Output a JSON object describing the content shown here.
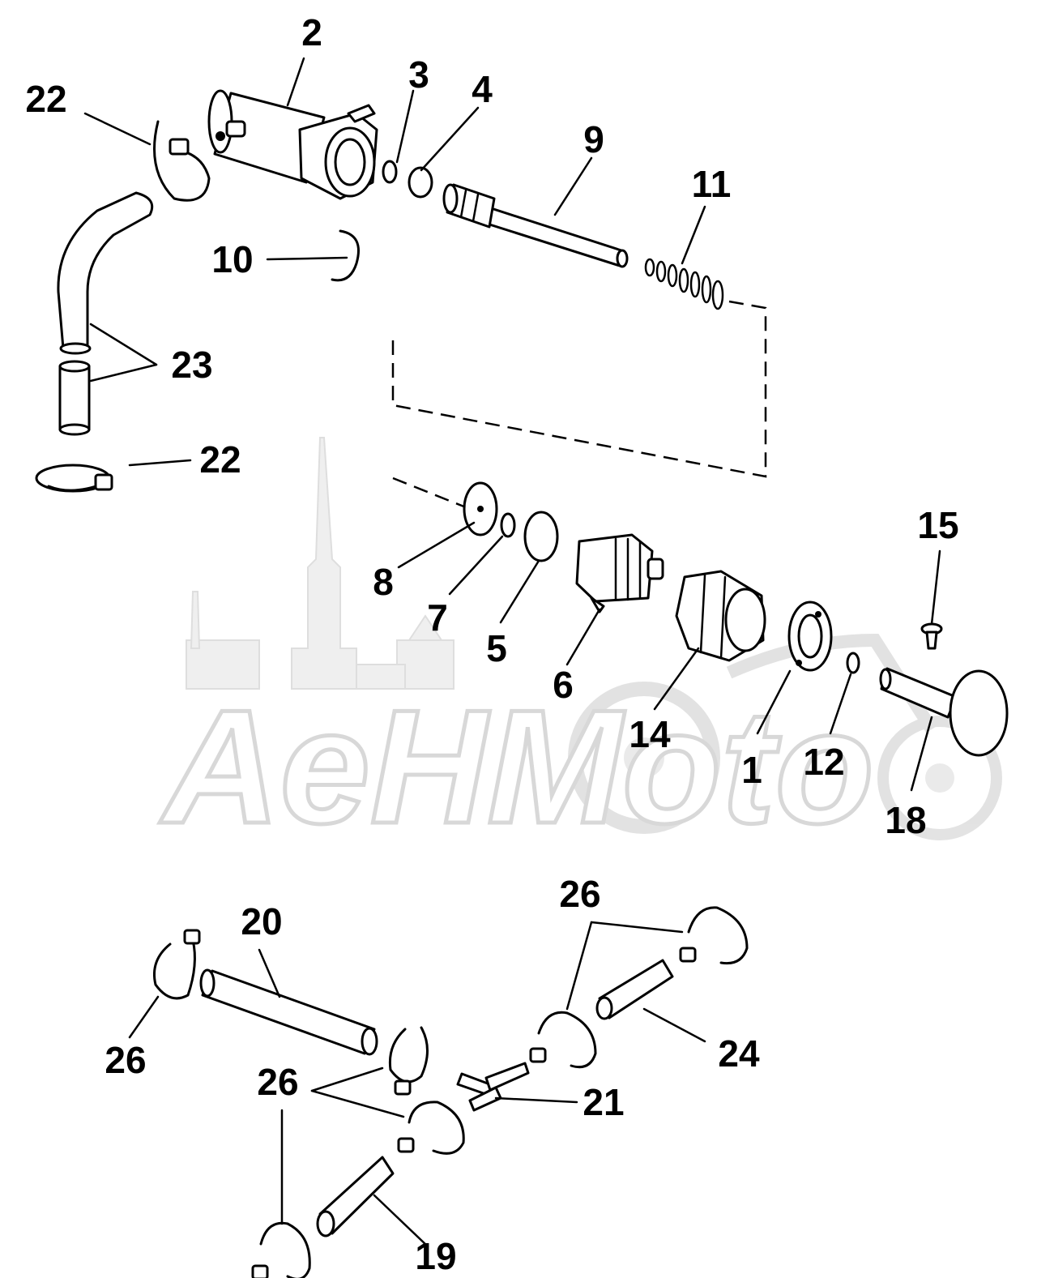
{
  "labels": {
    "l1": "1",
    "l2": "2",
    "l3": "3",
    "l4": "4",
    "l5": "5",
    "l6": "6",
    "l7": "7",
    "l8": "8",
    "l9": "9",
    "l10": "10",
    "l11": "11",
    "l12": "12",
    "l14": "14",
    "l15": "15",
    "l18": "18",
    "l19": "19",
    "l20": "20",
    "l21": "21",
    "l22a": "22",
    "l22b": "22",
    "l23": "23",
    "l24": "24",
    "l26a": "26",
    "l26b": "26",
    "l26c": "26"
  },
  "watermark": {
    "text": "AeHMoto"
  },
  "icons": {
    "watermark": "city-skyline-motorcycle-logo"
  },
  "colors": {
    "ink": "#000000",
    "paper": "#ffffff",
    "watermark": "#e6e6e6"
  }
}
